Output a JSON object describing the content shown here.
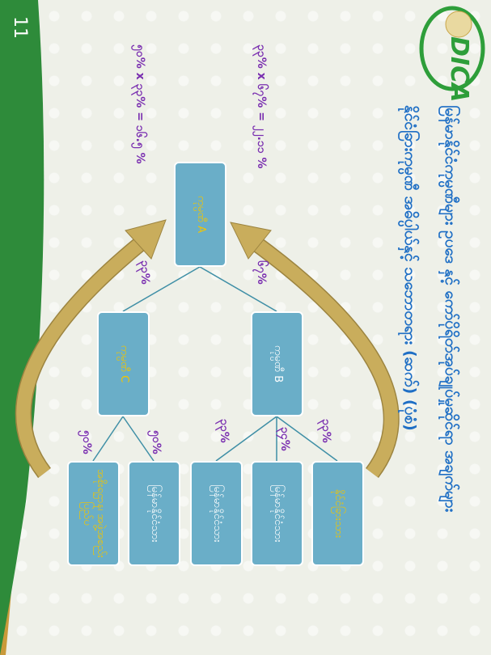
{
  "slide": {
    "page_number": "11",
    "logo_text": "DICA",
    "title_line1": "မြန်မာနိုင်ငံကုမ္ပဏီများ ဥပဒေ နှင့် ကော်ပိုရိတ်အုပ်ချုပ်မှုဆိုင်ရာ အချက်များ",
    "title_line2": "နိုင်ငံခြားကုမ္ပဏီ အဓိပ္ပါယ်နှင့် သဘောတရား (ဆက်) (ပုံစံ)"
  },
  "diagram": {
    "company_a": "ကုမ္ပဏီ A",
    "company_b": "ကုမ္ပဏီ B",
    "company_c": "ကုမ္ပဏီ C",
    "leaves": [
      {
        "label": "နိုင်ငံခြားသား",
        "color": "#f2c500"
      },
      {
        "label": "မြန်မာနိုင်ငံသား",
        "color": "#ffffff"
      },
      {
        "label": "မြန်မာနိုင်ငံသား",
        "color": "#ffffff"
      },
      {
        "label": "မြန်မာနိုင်ငံသား",
        "color": "#ffffff"
      },
      {
        "label": "အစိုးရဌာန၊ အဖွဲ့အစည်း ပြည်ပ",
        "color": "#f2c500"
      }
    ],
    "percent_a_b": "၆၇%",
    "percent_a_c": "၃၃%",
    "percent_b_leaves": [
      "၃၃%",
      "၃၄%",
      "၃၃%"
    ],
    "percent_c_leaves": [
      "၅၀%",
      "၅၀%"
    ],
    "formula_b": "၃၃% x ၆၇% = ၂၂.၁၁ %",
    "formula_c": "၅၀% x ၃၃% = ၁၆.၅ %",
    "colors": {
      "box": "#6aaec8",
      "title": "#1f6fc5",
      "percent": "#7a2fb0",
      "arrow": "#c9ad5c",
      "green": "#2e8b3a"
    }
  }
}
